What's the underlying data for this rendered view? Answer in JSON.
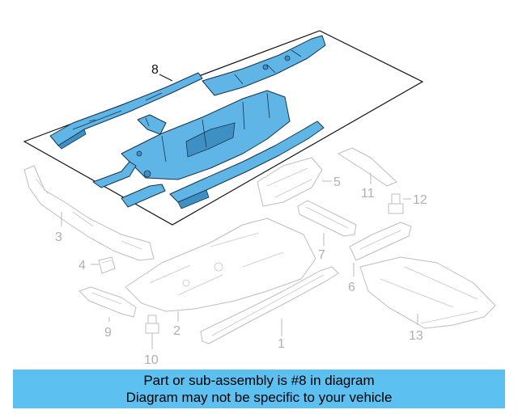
{
  "diagram": {
    "callouts": {
      "c1": "1",
      "c2": "2",
      "c3": "3",
      "c4": "4",
      "c5": "5",
      "c6": "6",
      "c7": "7",
      "c8": "8",
      "c9": "9",
      "c10": "10",
      "c11": "11",
      "c12": "12",
      "c13": "13"
    },
    "highlighted_part": "8",
    "colors": {
      "highlight_part": "#5fb6e6",
      "ghost_part": "#bdbdbd",
      "banner": "#5cc0f1"
    }
  },
  "banner": {
    "line1": "Part or sub-assembly is #8 in diagram",
    "line2": "Diagram may not be specific to your vehicle"
  }
}
